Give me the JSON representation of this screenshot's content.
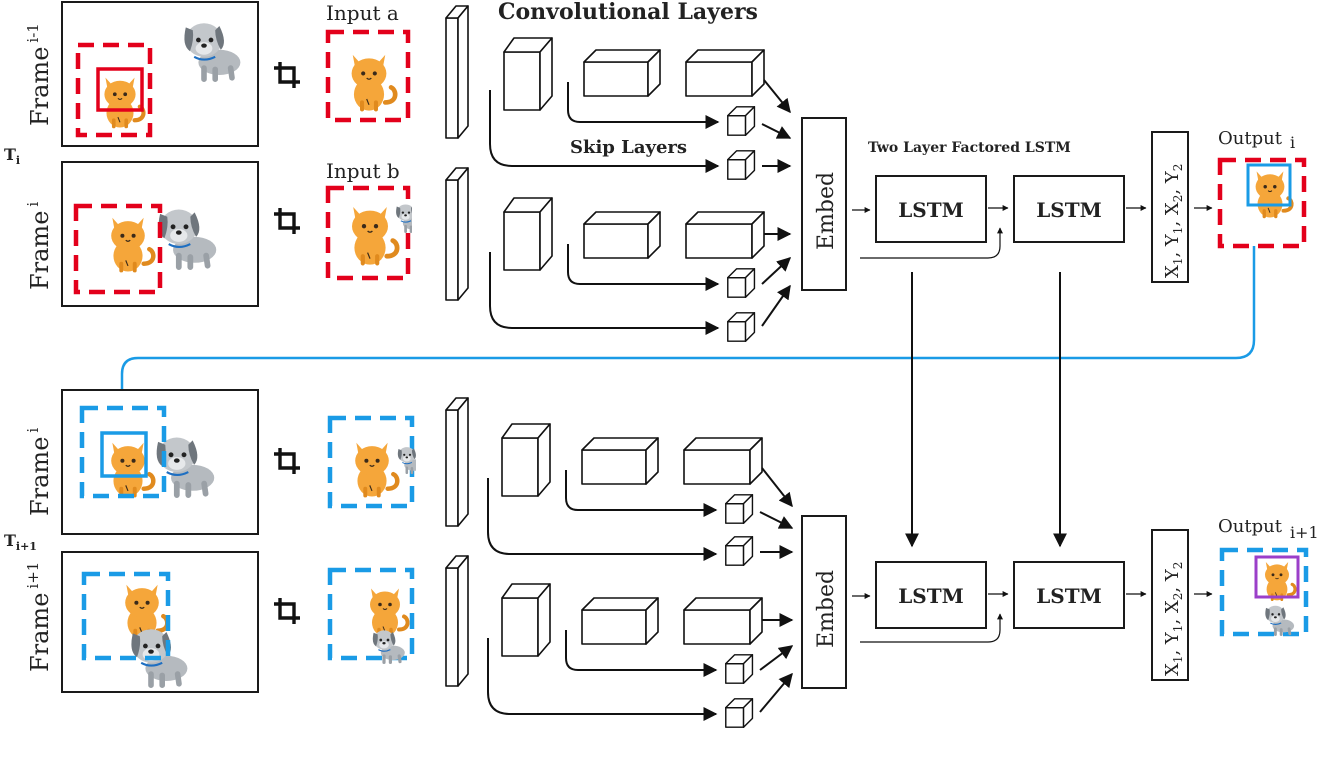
{
  "title": "Convolutional Layers",
  "skip_label": "Skip Layers",
  "lstm_header": "Two Layer Factored LSTM",
  "time_labels": {
    "t_i": "T",
    "t_i_sub": "i",
    "t_next": "T",
    "t_next_sub": "i+1"
  },
  "frames": {
    "prev": {
      "word": "Frame",
      "sub": "i-1"
    },
    "cur": {
      "word": "Frame",
      "sub": "i"
    },
    "cur2": {
      "word": "Frame",
      "sub": "i"
    },
    "next": {
      "word": "Frame",
      "sub": "i+1"
    }
  },
  "inputs": {
    "a": "Input a",
    "b": "Input b"
  },
  "embed_label": "Embed",
  "lstm_label": "LSTM",
  "coords_label": {
    "x": "X",
    "y": "Y",
    "s1": "1",
    "s2": "2"
  },
  "outputs": {
    "top": {
      "word": "Output",
      "sub": "i"
    },
    "bottom": {
      "word": "Output",
      "sub": "i+1"
    }
  },
  "colors": {
    "red_box": "#e3001b",
    "blue_box": "#1a9be6",
    "purple_box": "#9b3fc9",
    "cat": "#f5a63a",
    "dog": "#9aa0a6"
  },
  "icons": [
    "cat-emoji-icon",
    "dog-emoji-icon",
    "crop-icon"
  ]
}
